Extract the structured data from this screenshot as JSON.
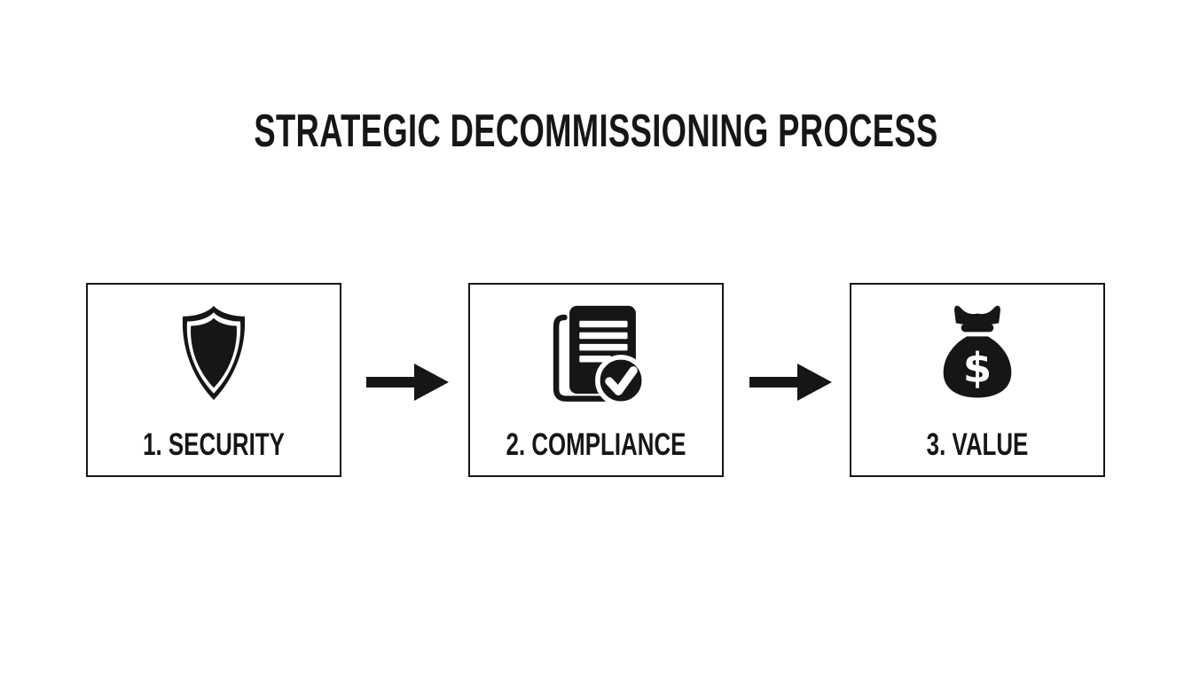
{
  "title": "STRATEGIC DECOMMISSIONING PROCESS",
  "colors": {
    "ink": "#161616",
    "background": "#ffffff",
    "box_border": "#161616"
  },
  "steps": [
    {
      "label": "1. SECURITY",
      "icon": "shield-icon"
    },
    {
      "label": "2. COMPLIANCE",
      "icon": "document-check-icon"
    },
    {
      "label": "3. VALUE",
      "icon": "money-bag-icon"
    }
  ],
  "connectors": [
    {
      "icon": "arrow-right-icon"
    },
    {
      "icon": "arrow-right-icon"
    }
  ]
}
